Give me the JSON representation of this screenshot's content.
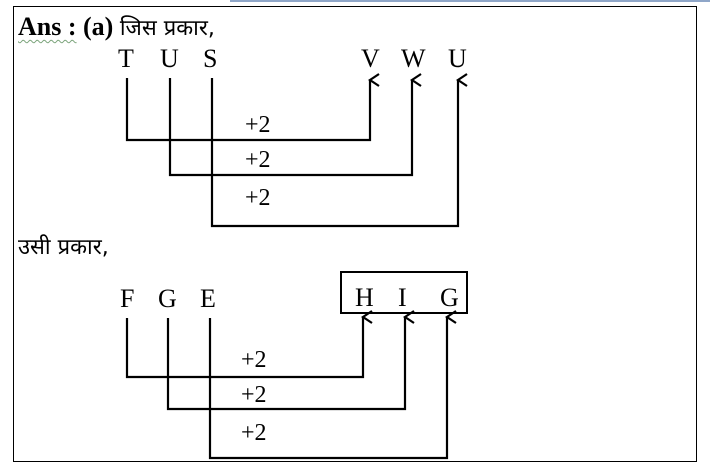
{
  "heading": {
    "ans_label": "Ans :",
    "option": "(a)",
    "phrase": "जिस प्रकार,"
  },
  "similarly_label": "उसी प्रकार,",
  "diagram1": {
    "sources": [
      "T",
      "U",
      "S"
    ],
    "targets": [
      "V",
      "W",
      "U"
    ],
    "steps": [
      "+2",
      "+2",
      "+2"
    ]
  },
  "diagram2": {
    "sources": [
      "F",
      "G",
      "E"
    ],
    "targets": [
      "H",
      "I",
      "G"
    ],
    "steps": [
      "+2",
      "+2",
      "+2"
    ],
    "answer_boxed": true
  }
}
